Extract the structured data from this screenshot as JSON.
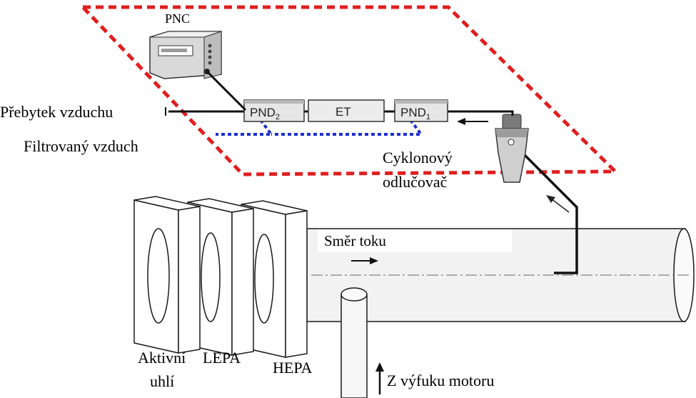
{
  "labels": {
    "pnc": "PNC",
    "pnd2": "PND",
    "pnd2_sub": "2",
    "et": "ET",
    "pnd1": "PND",
    "pnd1_sub": "1",
    "excess_air": "Přebytek vzduchu",
    "filtered_air": "Filtrovaný vzduch",
    "cyclone_line1": "Cyklonový",
    "cyclone_line2": "odlučovač",
    "flow_direction": "Směr toku",
    "activated_carbon_line1": "Aktivní",
    "activated_carbon_line2": "uhlí",
    "lepa": "LEPA",
    "hepa": "HEPA",
    "from_exhaust": "Z výfuku motoru"
  },
  "colors": {
    "boundary_red": "#e01e1e",
    "filtered_blue": "#1a2fd0",
    "tube_fill": "#f2f2f2",
    "outline": "#1a1a1a",
    "box_fill": "#e6e6e6"
  }
}
